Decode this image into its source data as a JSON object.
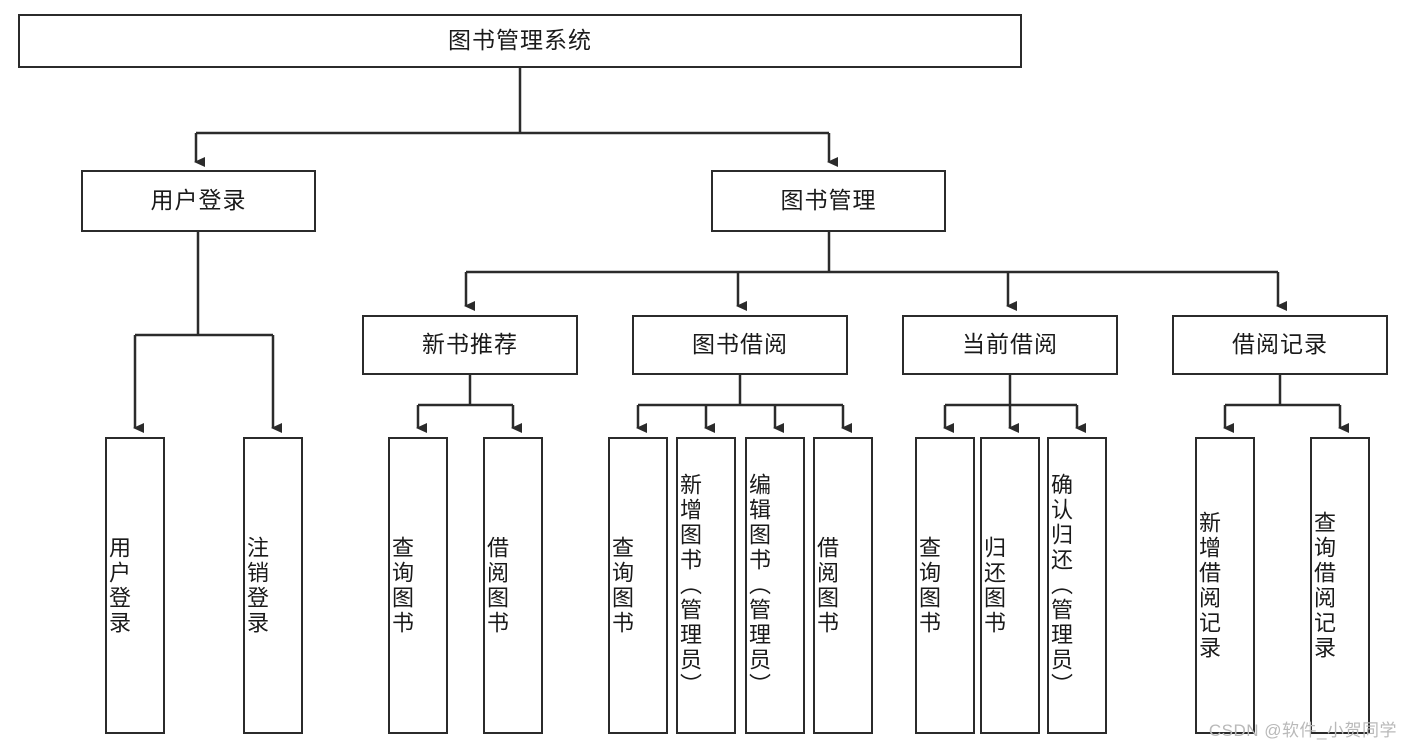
{
  "diagram": {
    "type": "tree",
    "title": "图书管理系统",
    "watermark": "CSDN @软件_小贺同学",
    "theme": {
      "background": "#ffffff",
      "border": "#2b2b2b",
      "text": "#1a1a1a",
      "watermark_color": "#b9b9b9"
    },
    "nodes": {
      "root": {
        "label": "图书管理系统"
      },
      "level2": [
        {
          "label": "用户登录"
        },
        {
          "label": "图书管理"
        }
      ],
      "level3": [
        {
          "label": "新书推荐"
        },
        {
          "label": "图书借阅"
        },
        {
          "label": "当前借阅"
        },
        {
          "label": "借阅记录"
        }
      ],
      "leaves_user_login": [
        {
          "label": "用户登录"
        },
        {
          "label": "注销登录"
        }
      ],
      "leaves_new_books": [
        {
          "label": "查询图书"
        },
        {
          "label": "借阅图书"
        }
      ],
      "leaves_borrow": [
        {
          "label": "查询图书"
        },
        {
          "label": "新增图书（管理员）"
        },
        {
          "label": "编辑图书（管理员）"
        },
        {
          "label": "借阅图书"
        }
      ],
      "leaves_current": [
        {
          "label": "查询图书"
        },
        {
          "label": "归还图书"
        },
        {
          "label": "确认归还（管理员）"
        }
      ],
      "leaves_records": [
        {
          "label": "新增借阅记录"
        },
        {
          "label": "查询借阅记录"
        }
      ]
    }
  }
}
